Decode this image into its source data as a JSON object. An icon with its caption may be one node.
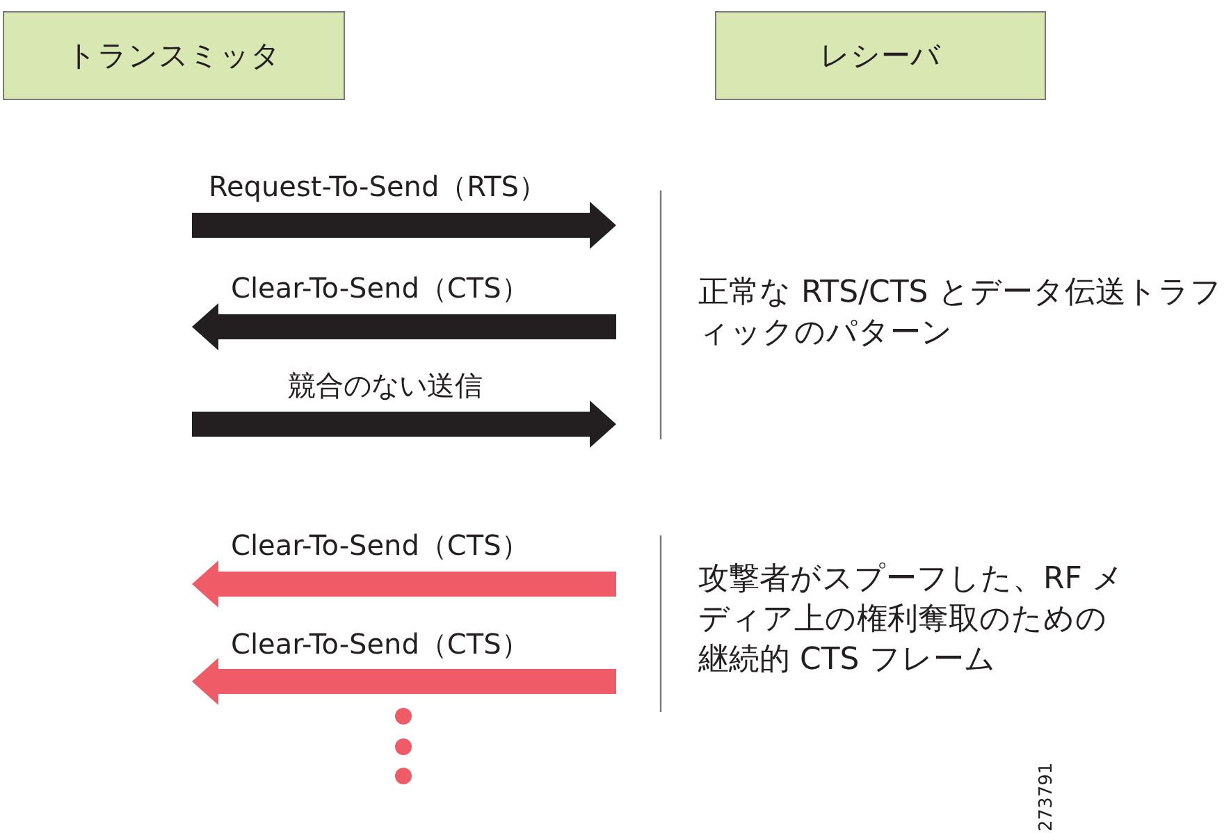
{
  "diagram": {
    "nodes": [
      {
        "text": [
          "トランスミッタ"
        ]
      },
      {
        "text": [
          "レシーバ"
        ]
      }
    ],
    "labels": [
      "Request-To-Send（RTS）",
      "Clear-To-Send（CTS）",
      "正常な RTS/CTS とデータ伝送トラフィックのパターン",
      "競合のない送信",
      "Clear-To-Send（CTS）",
      "攻撃者がスプーフした、RF メディア上の権利奪取のための継続的 CTS フレーム",
      "Clear-To-Send（CTS）",
      "273791"
    ]
  }
}
